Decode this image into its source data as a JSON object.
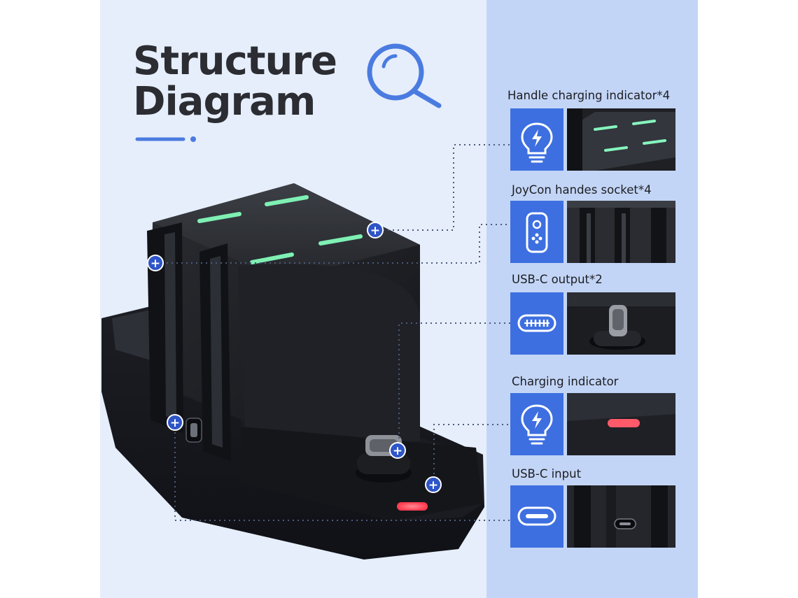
{
  "title": {
    "line1": "Structure",
    "line2": "Diagram"
  },
  "features": [
    {
      "label": "Handle charging indicator*4",
      "icon": "lightbulb-bolt-icon"
    },
    {
      "label": "JoyCon handes socket*4",
      "icon": "joycon-controller-icon"
    },
    {
      "label": "USB-C output*2",
      "icon": "usb-c-port-icon"
    },
    {
      "label": "Charging indicator",
      "icon": "lightbulb-bolt-icon"
    },
    {
      "label": "USB-C input",
      "icon": "usb-c-oval-icon"
    }
  ],
  "colors": {
    "left_bg": "#e6eefb",
    "right_panel": "#c3d5f6",
    "icon_box": "#3d6fe0",
    "callout_dot": "#2e55c8",
    "led_green": "#7ff0b4",
    "led_red": "#ff5a6a",
    "accent_blue": "#4a7be0"
  }
}
